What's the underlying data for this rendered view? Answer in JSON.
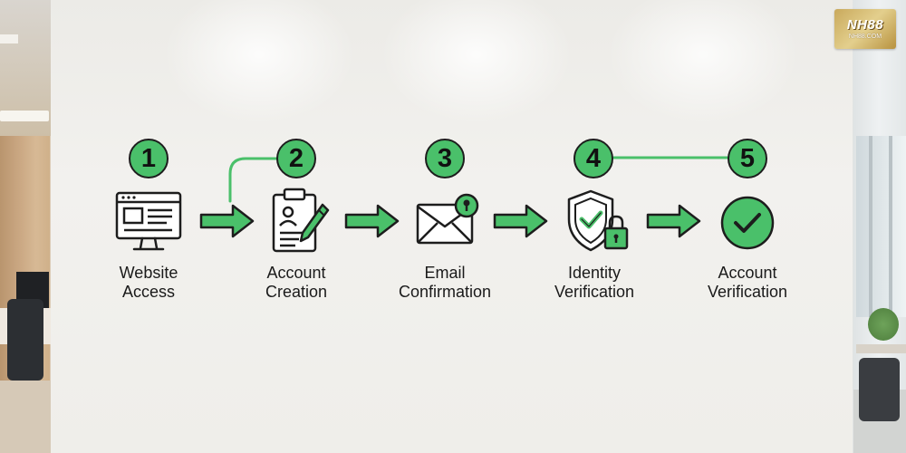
{
  "logo": {
    "line1": "NH88",
    "line2": "NH88.COM"
  },
  "steps": [
    {
      "number": "1",
      "label_line1": "Website",
      "label_line2": "Access",
      "icon": "website-browser-icon"
    },
    {
      "number": "2",
      "label_line1": "Account",
      "label_line2": "Creation",
      "icon": "clipboard-form-icon"
    },
    {
      "number": "3",
      "label_line1": "Email",
      "label_line2": "Confirmation",
      "icon": "envelope-icon"
    },
    {
      "number": "4",
      "label_line1": "Identity",
      "label_line2": "Verification",
      "icon": "shield-lock-icon"
    },
    {
      "number": "5",
      "label_line1": "Account",
      "label_line2": "Verification",
      "icon": "checkmark-circle-icon"
    }
  ],
  "colors": {
    "accent": "#4ac06a",
    "stroke": "#1d1d1d",
    "text": "#1a1a1a"
  }
}
